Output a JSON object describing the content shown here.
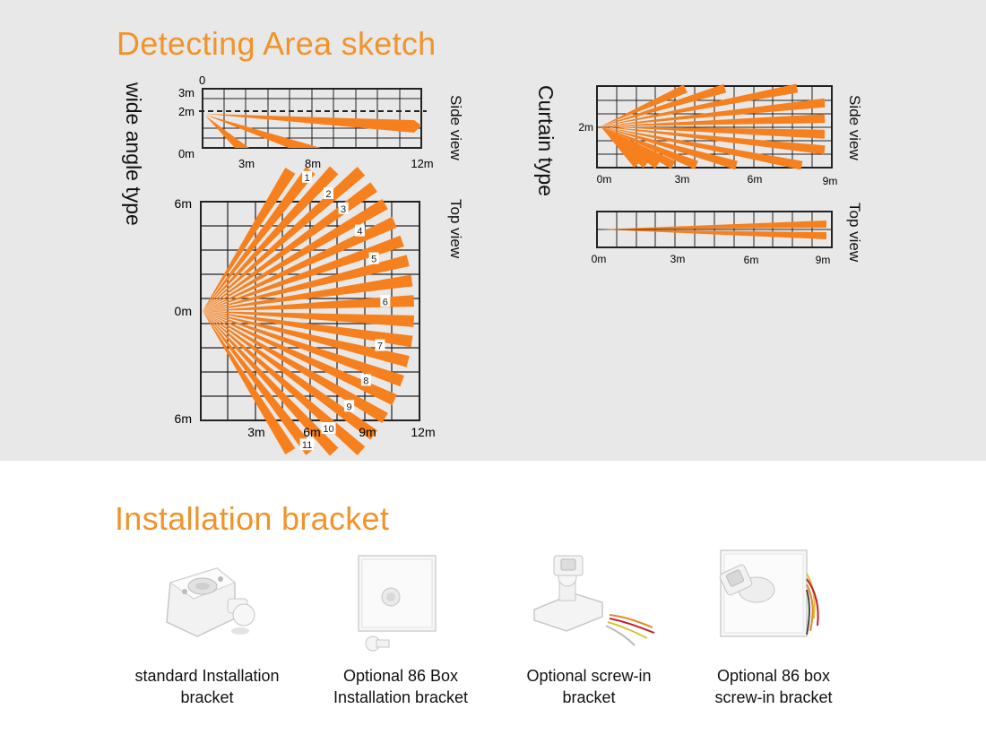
{
  "detecting": {
    "title": "Detecting Area sketch",
    "wide_angle": {
      "label": "wide angle type",
      "side_view": {
        "label": "Side view",
        "y_ticks": [
          "0",
          "3m",
          "2m",
          "0m"
        ],
        "x_ticks": [
          "3m",
          "8m",
          "12m"
        ]
      },
      "top_view": {
        "label": "Top view",
        "y_ticks": [
          "6m",
          "0m",
          "6m"
        ],
        "x_ticks": [
          "3m",
          "6m",
          "9m",
          "12m"
        ],
        "beam_numbers": [
          "1",
          "2",
          "3",
          "4",
          "5",
          "6",
          "7",
          "8",
          "9",
          "10",
          "11"
        ]
      }
    },
    "curtain": {
      "label": "Curtain type",
      "side_view": {
        "label": "Side view",
        "y_ticks": [
          "2m"
        ],
        "x_ticks": [
          "0m",
          "3m",
          "6m",
          "9m"
        ]
      },
      "top_view": {
        "label": "Top view",
        "x_ticks": [
          "0m",
          "3m",
          "6m",
          "9m"
        ]
      }
    },
    "beam_color": "#f7801e",
    "grid_color": "#222222"
  },
  "installation": {
    "title": "Installation bracket",
    "items": [
      {
        "line1": "standard Installation",
        "line2": "bracket"
      },
      {
        "line1": "Optional 86 Box",
        "line2": "Installation bracket"
      },
      {
        "line1": "Optional screw-in",
        "line2": "bracket"
      },
      {
        "line1": "Optional 86 box",
        "line2": "screw-in bracket"
      }
    ]
  },
  "title_color": "#f2932a"
}
